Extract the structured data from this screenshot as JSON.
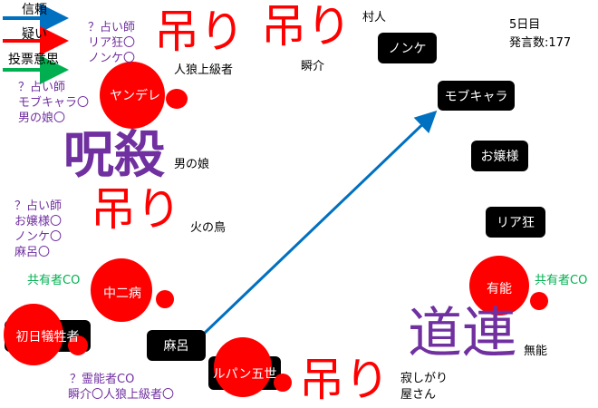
{
  "legend": [
    {
      "label": "信頼",
      "color": "#0070c0"
    },
    {
      "label": "疑い",
      "color": "#ff0000"
    },
    {
      "label": "投票意思",
      "color": "#00b050"
    }
  ],
  "status": {
    "day": "5日目",
    "posts": "発言数:177"
  },
  "nodes": {
    "yandere": "ヤンデレ",
    "nonke": "ノンケ",
    "mob": "モブキャラ",
    "ojousama": "お嬢様",
    "riakyou": "リア狂",
    "yuunou": "有能",
    "chuunibyou": "中二病",
    "shonichi": "初日犠牲者",
    "maro": "麻呂",
    "lupin": "ルパン五世"
  },
  "labels": {
    "shunsuke": "瞬介",
    "murabito": "村人",
    "jinrou": "人狼上級者",
    "otokonoko": "男の娘",
    "hinotori": "火の鳥",
    "munou": "無能",
    "sabishigari1": "寂しがり",
    "sabishigari2": "屋さん"
  },
  "claims": {
    "top": [
      "？占い師",
      "リア狂〇",
      "ノンケ〇"
    ],
    "yandere": [
      "？占い師",
      "モブキャラ〇",
      "男の娘〇"
    ],
    "left": [
      "？占い師",
      "お嬢様〇",
      "ノンケ〇",
      "麻呂〇"
    ],
    "chuuni_co": "共有者CO",
    "yuunou_co": "共有者CO",
    "medium": [
      "？霊能者CO",
      "瞬介〇人狼上級者〇"
    ]
  },
  "stamps": {
    "hang": "吊り",
    "curse": "呪殺",
    "michizure": "道連"
  },
  "arrows": [
    {
      "from": "麻呂",
      "to": "モブキャラ",
      "type": "信頼",
      "color": "#0070c0"
    }
  ]
}
